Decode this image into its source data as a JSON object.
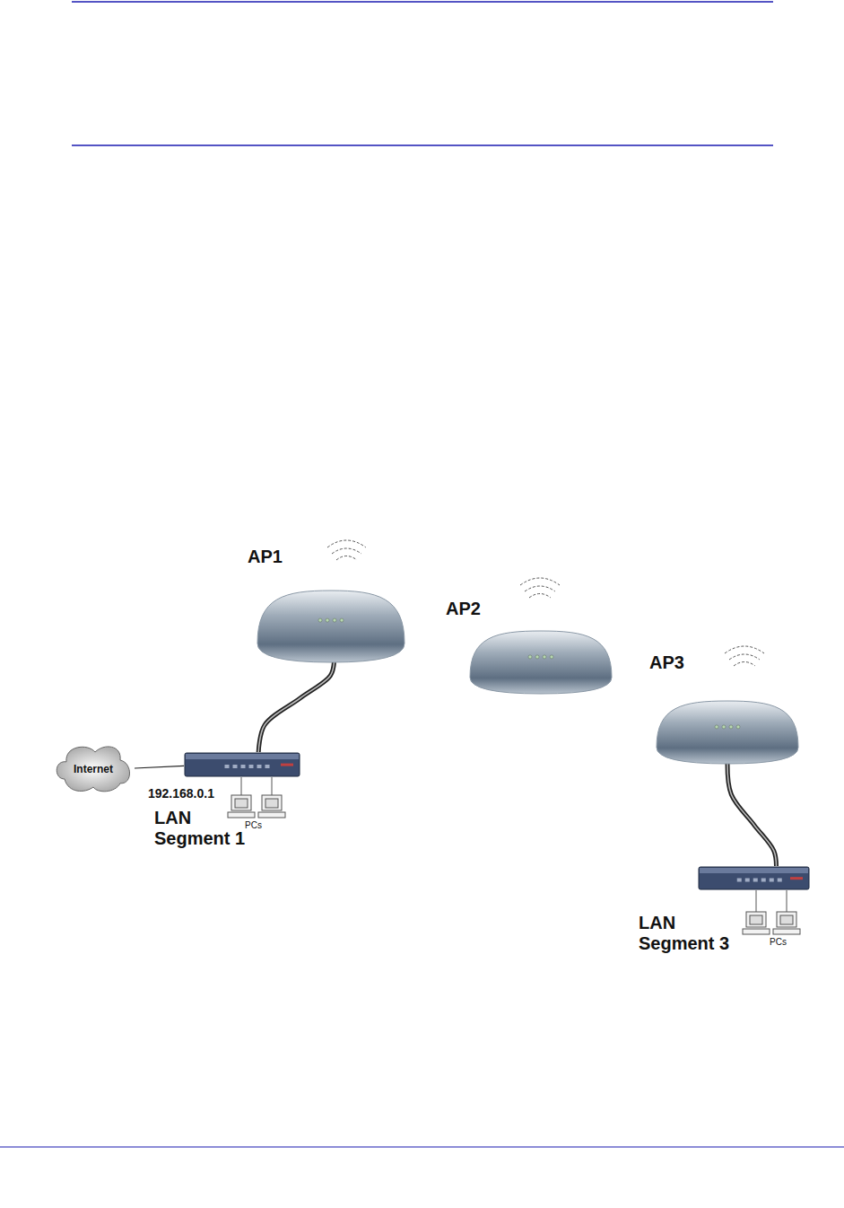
{
  "diagram": {
    "nodes": [
      {
        "text": [
          "AP1"
        ]
      },
      {
        "text": [
          "AP2"
        ]
      },
      {
        "text": [
          "AP3"
        ]
      },
      {
        "text": [
          "Internet"
        ]
      },
      {
        "text": [
          "192.168.0.1",
          "LAN Segment 1"
        ]
      },
      {
        "text": [
          "LAN Segment 3"
        ]
      }
    ],
    "edges": [
      {
        "from": 3,
        "to": 4,
        "arrow": "none"
      },
      {
        "from": 4,
        "to": 0,
        "arrow": "none"
      },
      {
        "from": 2,
        "to": 5,
        "arrow": "none"
      }
    ],
    "labels": [
      "PCs",
      "PCs"
    ]
  }
}
